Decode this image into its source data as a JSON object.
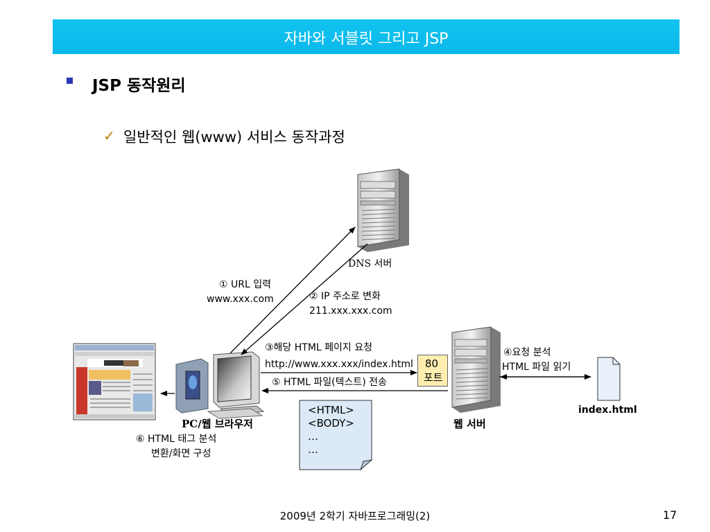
{
  "header": {
    "title": "자바와 서블릿 그리고 JSP",
    "color": "#0ab8ea"
  },
  "heading": "JSP 동작원리",
  "subheading": "일반적인 웹(www) 서비스 동작과정",
  "checkmark": "✓",
  "diagram": {
    "dns_label": "DNS 서버",
    "step1": {
      "line1": "① URL 입력",
      "line2": "www.xxx.com"
    },
    "step2": {
      "line1": "② IP 주소로 변화",
      "line2": "211.xxx.xxx.com"
    },
    "step3": {
      "line1": "③해당 HTML 페이지 요청",
      "line2": "http://www.xxx.xxx/index.html"
    },
    "step4": {
      "line1": "④요청 분석",
      "line2": "HTML 파일 읽기"
    },
    "step5": "⑤ HTML 파일(텍스트) 전송",
    "step6": {
      "line1": "⑥ HTML 태그 분석",
      "line2": "변환/화면 구성"
    },
    "port": {
      "line1": "80",
      "line2": "포트"
    },
    "pc_label": "PC/웹 브라우저",
    "webserver_label": "웹 서버",
    "file_label": "index.html",
    "code": [
      "<HTML>",
      "<BODY>",
      "…",
      "…"
    ]
  },
  "footer": {
    "course": "2009년 2학기 자바프로그래밍(2)",
    "page": "17"
  }
}
